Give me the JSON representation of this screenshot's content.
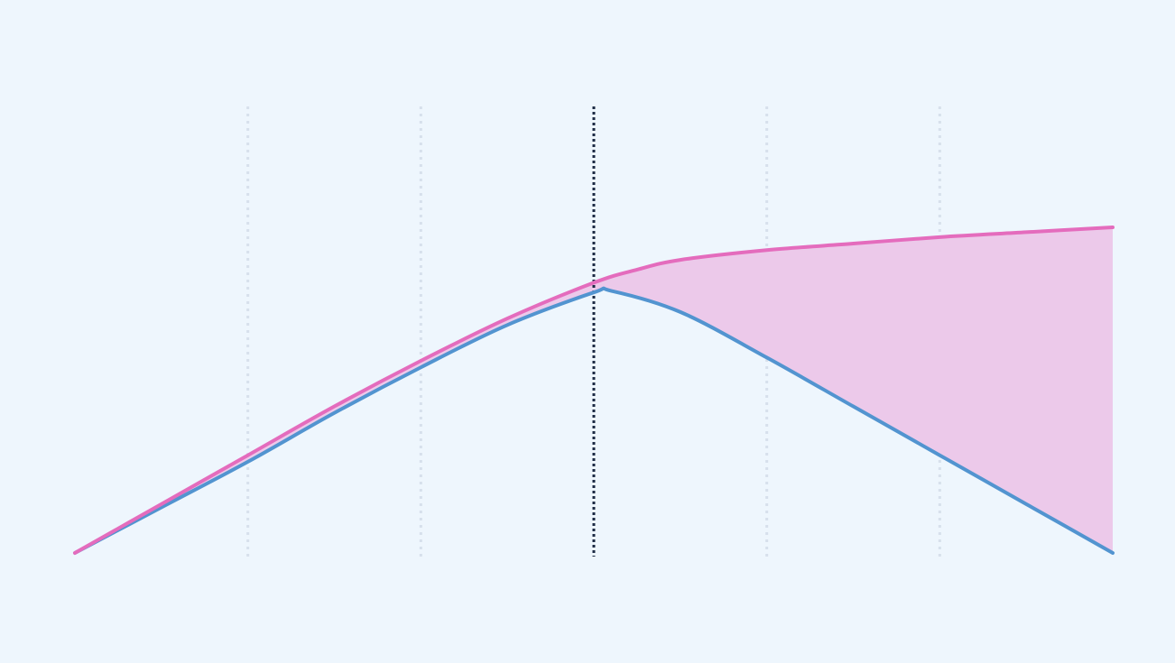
{
  "colors": {
    "background": "#eef6fd",
    "series_pink": "#e46cbd",
    "series_blue": "#5294d0",
    "fill_gap": "#ecc9ea",
    "grid": "#d7e0ec",
    "marker": "#1c2a44"
  },
  "chart_data": {
    "type": "line",
    "title": "",
    "xlabel": "",
    "ylabel": "",
    "xlim": [
      0,
      6
    ],
    "ylim": [
      0,
      1
    ],
    "grid": "vertical-dotted",
    "legend": "none",
    "vertical_gridlines_x": [
      1,
      2,
      4,
      5
    ],
    "highlight_line_x": 3,
    "fill_between": [
      "series_pink",
      "series_blue"
    ],
    "series": [
      {
        "key": "series_pink",
        "x": [
          0,
          0.5,
          1,
          1.5,
          2,
          2.5,
          3,
          3.25,
          3.5,
          4,
          4.5,
          5,
          5.5,
          6
        ],
        "y": [
          0,
          0.15,
          0.3,
          0.45,
          0.59,
          0.72,
          0.83,
          0.87,
          0.9,
          0.93,
          0.95,
          0.97,
          0.985,
          1.0
        ]
      },
      {
        "key": "series_blue",
        "x": [
          0,
          0.5,
          1,
          1.5,
          2,
          2.5,
          3,
          3.1,
          3.5,
          4,
          4.5,
          5,
          5.5,
          6
        ],
        "y": [
          0,
          0.14,
          0.28,
          0.43,
          0.57,
          0.7,
          0.8,
          0.805,
          0.74,
          0.6,
          0.45,
          0.3,
          0.15,
          0.0
        ]
      }
    ]
  }
}
